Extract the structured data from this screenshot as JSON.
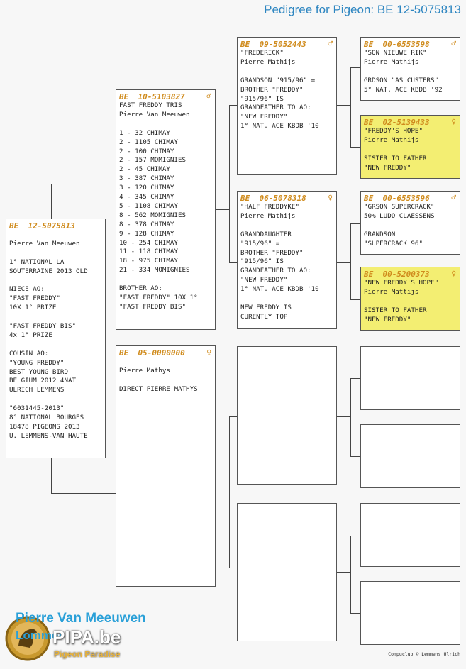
{
  "title": "Pedigree for Pigeon: BE  12-5075813",
  "subject": {
    "ring": "BE  12-5075813",
    "sex": "",
    "lines": [
      "",
      "Pierre Van Meeuwen",
      "",
      "1° NATIONAL LA",
      "SOUTERRAINE 2013 OLD",
      "",
      "NIECE AO:",
      "\"FAST FREDDY\"",
      "10X 1° PRIZE",
      "",
      "\"FAST FREDDY BIS\"",
      "4x 1° PRIZE",
      "",
      "COUSIN AO:",
      "\"YOUNG FREDDY\"",
      "BEST YOUNG BIRD",
      "BELGIUM 2012 4NAT",
      "ULRICH LEMMENS",
      "",
      "\"6031445-2013\"",
      "8° NATIONAL BOURGES",
      "18478 PIGEONS 2013",
      "U. LEMMENS-VAN HAUTE"
    ]
  },
  "father": {
    "ring": "BE  10-5103827",
    "sex": "♂",
    "lines": [
      "FAST FREDDY TRIS",
      "Pierre Van Meeuwen",
      "",
      "1 - 32 CHIMAY",
      "2 - 1105 CHIMAY",
      "2 - 100 CHIMAY",
      "2 - 157 MOMIGNIES",
      "2 - 45 CHIMAY",
      "3 - 387 CHIMAY",
      "3 - 120 CHIMAY",
      "4 - 345 CHIMAY",
      "5 - 1108 CHIMAY",
      "8 - 562 MOMIGNIES",
      "8 - 378 CHIMAY",
      "9 - 128 CHIMAY",
      "10 - 254 CHIMAY",
      "11 - 118 CHIMAY",
      "18 - 975 CHIMAY",
      "21 - 334 MOMIGNIES",
      "",
      "BROTHER AO:",
      "\"FAST FREDDY\" 10X 1°",
      "\"FAST FREDDY BIS\""
    ]
  },
  "mother": {
    "ring": "BE  05-0000000",
    "sex": "♀",
    "lines": [
      "",
      "Pierre Mathys",
      "",
      "DIRECT PIERRE MATHYS"
    ]
  },
  "ff": {
    "ring": "BE  09-5052443",
    "sex": "♂",
    "lines": [
      "\"FREDERICK\"",
      "Pierre Mathijs",
      "",
      "GRANDSON \"915/96\" =",
      "BROTHER \"FREDDY\"",
      "\"915/96\" IS",
      "GRANDFATHER TO AO:",
      "\"NEW FREDDY\"",
      "1° NAT. ACE KBDB '10"
    ]
  },
  "fm": {
    "ring": "BE  06-5078318",
    "sex": "♀",
    "lines": [
      "\"HALF FREDDYKE\"",
      "Pierre Mathijs",
      "",
      "GRANDDAUGHTER",
      "\"915/96\" =",
      "BROTHER \"FREDDY\"",
      "\"915/96\" IS",
      "GRANDFATHER TO AO:",
      "\"NEW FREDDY\"",
      "1° NAT. ACE KBDB '10",
      "",
      "NEW FREDDY IS",
      "CURENTLY TOP"
    ]
  },
  "fff": {
    "ring": "BE  00-6553598",
    "sex": "♂",
    "lines": [
      "\"SON NIEUWE RIK\"",
      "Pierre Mathijs",
      "",
      "GRDSON \"AS CUSTERS\"",
      "5° NAT. ACE KBDB '92"
    ]
  },
  "ffm": {
    "ring": "BE  02-5139433",
    "sex": "♀",
    "lines": [
      "\"FREDDY'S HOPE\"",
      "Pierre Mathijs",
      "",
      "SISTER TO FATHER",
      "\"NEW FREDDY\""
    ]
  },
  "fmf": {
    "ring": "BE  00-6553596",
    "sex": "♂",
    "lines": [
      "\"GRSON SUPERCRACK\"",
      "50% LUDO CLAESSENS",
      "",
      "GRANDSON",
      "\"SUPERCRACK 96\""
    ]
  },
  "fmm": {
    "ring": "BE  00-5200373",
    "sex": "♀",
    "lines": [
      "\"NEW FREDDY'S HOPE\"",
      "Pierre Mattijs",
      "",
      "SISTER TO FATHER",
      "\"NEW FREDDY\""
    ]
  },
  "owner_name": "Pierre Van Meeuwen",
  "owner_sub": "Lommel",
  "logo_text": "PIPA.be",
  "logo_sub": "Pigeon Paradise",
  "footer": "Compuclub © Lemmens Ulrich"
}
